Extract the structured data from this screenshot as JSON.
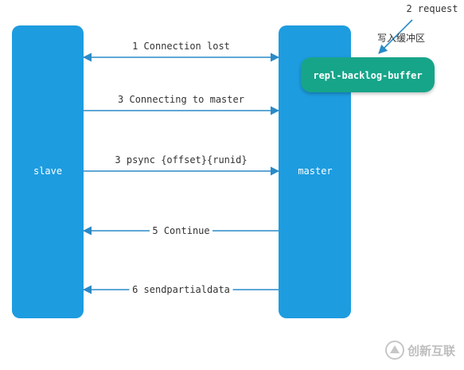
{
  "nodes": {
    "slave": {
      "label": "slave"
    },
    "master": {
      "label": "master"
    },
    "buffer": {
      "label": "repl-backlog-buffer"
    }
  },
  "messages": [
    {
      "label": "1 Connection lost",
      "direction": "both"
    },
    {
      "label": "3 Connecting to master",
      "direction": "slave-to-master"
    },
    {
      "label": "3 psync {offset}{runid}",
      "direction": "slave-to-master"
    },
    {
      "label": "5 Continue",
      "direction": "master-to-slave"
    },
    {
      "label": "6 sendpartialdata",
      "direction": "master-to-slave"
    }
  ],
  "request": {
    "label": "2 request",
    "annotation": "写入缓冲区"
  },
  "watermark": {
    "text": "创新互联"
  },
  "colors": {
    "node": "#1d9ce0",
    "buffer": "#17a589",
    "arrow": "#2a8ac7",
    "text": "#333333",
    "node_text": "#ffffff"
  }
}
